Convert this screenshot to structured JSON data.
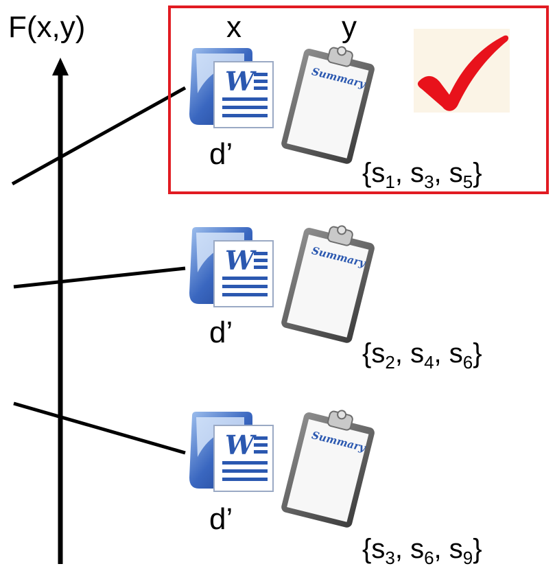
{
  "axis": {
    "label": "F(x,y)"
  },
  "header": {
    "x_label": "x",
    "y_label": "y"
  },
  "icons": {
    "document": "word-document-icon",
    "summary": "clipboard-summary-icon",
    "check": "checkmark-icon"
  },
  "colors": {
    "selection_frame": "#e11b22",
    "check": "#e8121b",
    "doc_blue": "#2b58b0"
  },
  "clipboard_text": "Summary",
  "word_glyph": "W",
  "rows": [
    {
      "doc_label": "d’",
      "set": {
        "open": "{",
        "items": [
          "s",
          "s",
          "s"
        ],
        "subs": [
          "1",
          "3",
          "5"
        ],
        "sep": ", ",
        "close": "}"
      },
      "selected": true
    },
    {
      "doc_label": "d’",
      "set": {
        "open": "{",
        "items": [
          "s",
          "s",
          "s"
        ],
        "subs": [
          "2",
          "4",
          "6"
        ],
        "sep": ", ",
        "close": "}"
      },
      "selected": false
    },
    {
      "doc_label": "d’",
      "set": {
        "open": "{",
        "items": [
          "s",
          "s",
          "s"
        ],
        "subs": [
          "3",
          "6",
          "9"
        ],
        "sep": ", ",
        "close": "}"
      },
      "selected": false
    }
  ]
}
